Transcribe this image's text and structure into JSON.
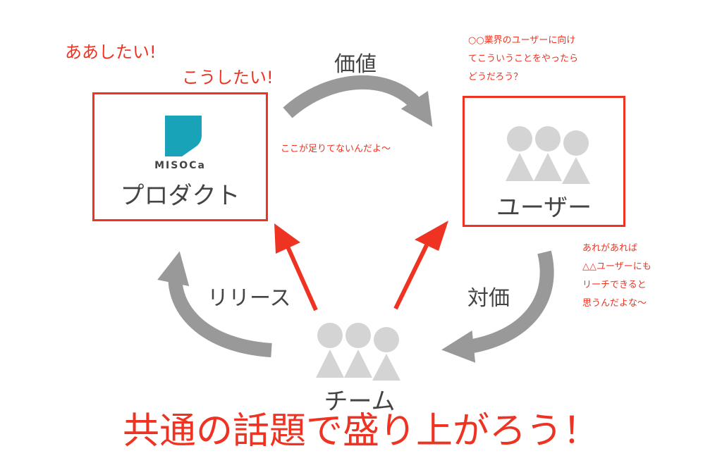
{
  "colors": {
    "red": "#ee3322",
    "arrow_gray": "#999999",
    "people_gray": "#d4d4d4",
    "text_dark": "#444444",
    "logo_teal": "#18a3b9"
  },
  "nodes": {
    "product": {
      "logo_text": "MISOCa",
      "label": "プロダクト"
    },
    "user": {
      "label": "ユーザー"
    },
    "team": {
      "label": "チーム"
    }
  },
  "edges": {
    "value": "価値",
    "price": "対価",
    "release": "リリース"
  },
  "notes": {
    "product_wish_1": "ああしたい!",
    "product_wish_2": "こうしたい!",
    "user_idea": [
      "○○業界のユーザーに向け",
      "てこういうことをやったら",
      "どうだろう？"
    ],
    "missing": "ここが足りてないんだよ〜",
    "reach": [
      "あれがあれば",
      "△△ユーザーにも",
      "リーチできると",
      "思うんだよな〜"
    ]
  },
  "headline": "共通の話題で盛り上がろう！",
  "icons": [
    "logo-icon",
    "people-icon",
    "curved-arrow-icon",
    "red-arrow-icon"
  ]
}
